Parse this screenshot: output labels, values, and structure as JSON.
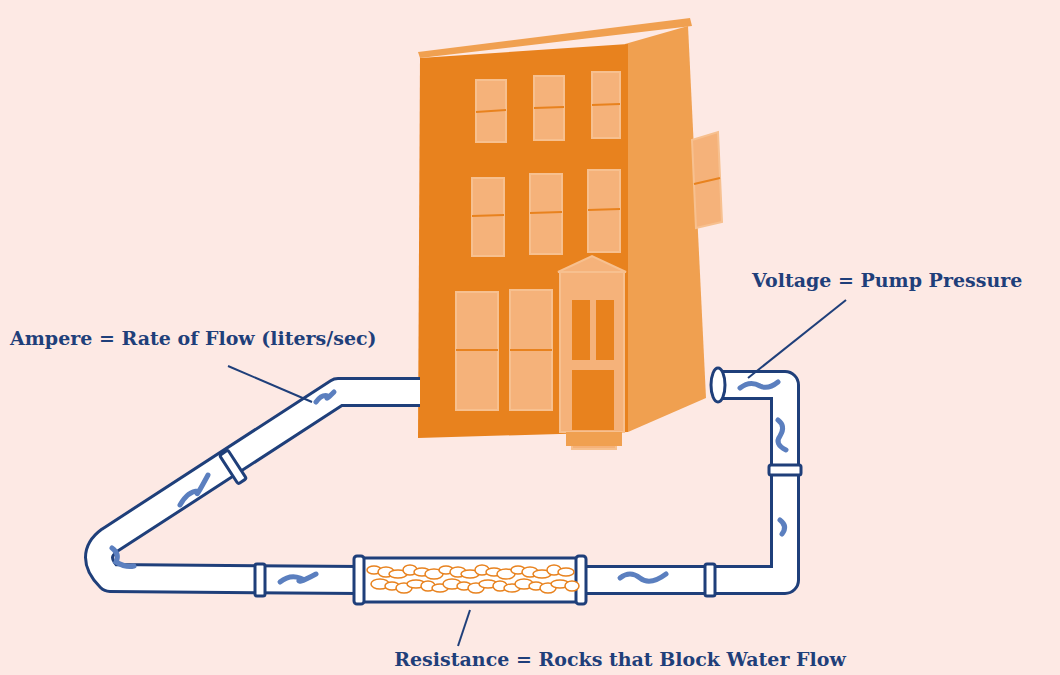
{
  "diagram": {
    "labels": [
      "Ampere = Rate of Flow (liters/sec)",
      "Voltage = Pump Pressure",
      "Resistance = Rocks that Block Water Flow"
    ]
  }
}
